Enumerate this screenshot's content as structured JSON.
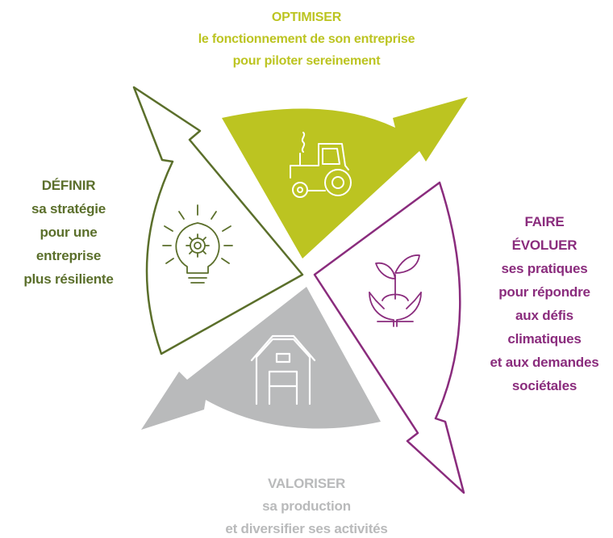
{
  "colors": {
    "optimiser": "#BCC421",
    "definir": "#5B6F2B",
    "evoluer": "#8A2C7D",
    "valoriser": "#B9BABB"
  },
  "optimiser": {
    "title": "OPTIMISER",
    "line1": "le fonctionnement de son entreprise",
    "line2": "pour piloter sereinement",
    "icon": "tractor-icon"
  },
  "definir": {
    "title": "DÉFINIR",
    "line1": "sa stratégie",
    "line2": "pour une",
    "line3": "entreprise",
    "line4": "plus résiliente",
    "icon": "lightbulb-gear-icon"
  },
  "evoluer": {
    "title1": "FAIRE",
    "title2": "ÉVOLUER",
    "line1": "ses pratiques",
    "line2": "pour répondre",
    "line3": "aux défis",
    "line4": "climatiques",
    "line5": "et aux demandes",
    "line6": "sociétales",
    "icon": "hands-plant-icon"
  },
  "valoriser": {
    "title": "VALORISER",
    "line1": "sa production",
    "line2": "et diversifier ses activités",
    "icon": "barn-icon"
  }
}
